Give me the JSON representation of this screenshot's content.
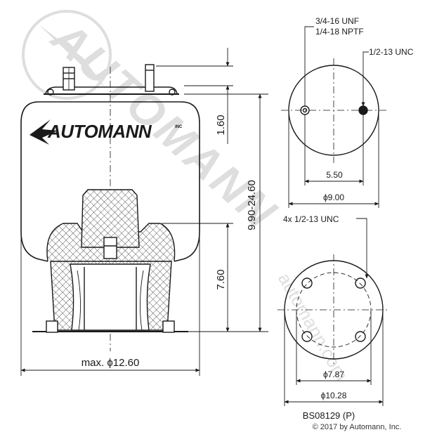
{
  "watermark": {
    "brand_text": "AUTOMANN",
    "site_text": "automann.com"
  },
  "logo": {
    "text": "AUTOMANN",
    "suffix": "INC"
  },
  "side_view": {
    "height_range": "9.90-24.60",
    "top_offset": "1.60",
    "piston_height": "7.60",
    "max_diameter": "max. ϕ12.60"
  },
  "top_view": {
    "thread_label_1": "3/4-16 UNF",
    "thread_label_2": "1/4-18 NPTF",
    "stud_label": "1/2-13 UNC",
    "stud_offset": "5.50",
    "plate_diameter": "ϕ9.00"
  },
  "bottom_view": {
    "holes_label": "4x 1/2-13 UNC",
    "bolt_circle": "ϕ7.87",
    "outer_diameter": "ϕ10.28"
  },
  "footer": {
    "part_number": "BS08129 (P)",
    "copyright": "© 2017 by Automann, Inc."
  }
}
